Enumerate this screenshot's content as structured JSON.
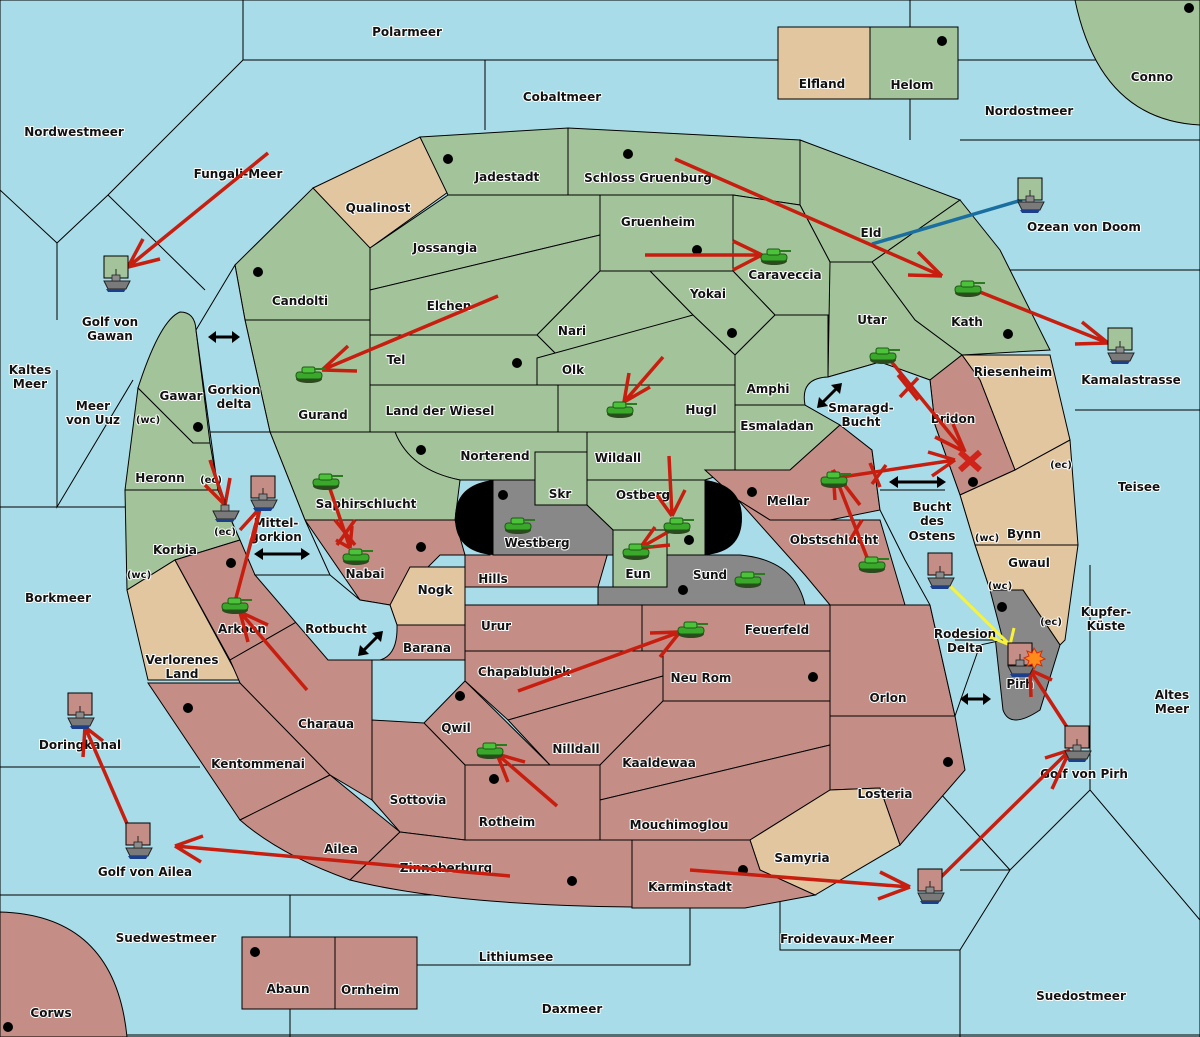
{
  "map": {
    "title": "Diplomacy-style campaign map",
    "colors": {
      "sea": "#a8dce8",
      "green_power": "#a3c49a",
      "red_power": "#c48e86",
      "neutral": "#e2c6a0",
      "impassable": "#888888",
      "move_order": "#c81e0f",
      "support_order": "#1a6fa0",
      "convoy_order": "#f7f23a"
    },
    "seas": [
      "Polarmeer",
      "Cobaltmeer",
      "Nordwestmeer",
      "Nordostmeer",
      "Fungali-Meer",
      "Ozean von Doom",
      "Golf von Gawan",
      "Kamalastrasse",
      "Kaltes Meer",
      "Meer von Uuz",
      "Gorkion delta",
      "Mittel-gorkion",
      "Smaragd-Bucht",
      "Bucht des Ostens",
      "Teisee",
      "Borkmeer",
      "Rotbucht",
      "Rodesion Delta",
      "Kupfer-Küste",
      "Altes Meer",
      "Doringkanal",
      "Golf von Pirh",
      "Golf von Ailea",
      "Froidevaux-Meer",
      "Suedwestmeer",
      "Lithiumsee",
      "Daxmeer",
      "Suedostmeer"
    ],
    "green_provinces": [
      "Helom",
      "Conno",
      "Jadestadt",
      "Schloss Gruenburg",
      "Candolti",
      "Jossangia",
      "Gruenheim",
      "Caraveccia",
      "Eld",
      "Elchen",
      "Yokai",
      "Utar",
      "Kath",
      "Nari",
      "Tel",
      "Olk",
      "Gurand",
      "Land der Wiesel",
      "Hugl",
      "Amphi",
      "Esmaladan",
      "Gawar",
      "Heronn",
      "Korbia",
      "Norterend",
      "Wildall",
      "Skr",
      "Saphirschlucht",
      "Ostberg",
      "Eun"
    ],
    "red_provinces": [
      "Bridon",
      "Mellar",
      "Obstschlucht",
      "Nabai",
      "Hills",
      "Arkoon",
      "Barana",
      "Urur",
      "Feuerfeld",
      "Chapablublek",
      "Neu Rom",
      "Qwil",
      "Nilldall",
      "Orlon",
      "Charaua",
      "Kentommenai",
      "Sottovia",
      "Kaaldewaa",
      "Rotheim",
      "Losteria",
      "Mouchimoglou",
      "Ailea",
      "Zinnoberburg",
      "Karminstadt",
      "Abaun",
      "Ornheim",
      "Corws"
    ],
    "neutral_provinces": [
      "Elfland",
      "Qualinost",
      "Riesenheim",
      "Bynn",
      "Gwaul",
      "Nogk",
      "Verlorenes Land",
      "Samyria"
    ],
    "impassable_provinces": [
      "Westberg",
      "Sund",
      "Pirh"
    ],
    "coast_tags": {
      "wc": "(wc)",
      "ec": "(ec)"
    },
    "labels": {
      "polarmeer": "Polarmeer",
      "cobaltmeer": "Cobaltmeer",
      "nordwestmeer": "Nordwestmeer",
      "nordostmeer": "Nordostmeer",
      "fungali": "Fungali-Meer",
      "ozean": "Ozean von Doom",
      "gawan1": "Golf von",
      "gawan2": "Gawan",
      "kamala": "Kamalastrasse",
      "kaltes1": "Kaltes",
      "kaltes2": "Meer",
      "uuz1": "Meer",
      "uuz2": "von Uuz",
      "gorkd1": "Gorkion",
      "gorkd2": "delta",
      "mittel1": "Mittel-",
      "mittel2": "gorkion",
      "smaragd1": "Smaragd-",
      "smaragd2": "Bucht",
      "bucht1": "Bucht",
      "bucht2": "des",
      "bucht3": "Ostens",
      "teisee": "Teisee",
      "borkmeer": "Borkmeer",
      "rotbucht": "Rotbucht",
      "rodesion1": "Rodesion",
      "rodesion2": "Delta",
      "kupfer1": "Kupfer-",
      "kupfer2": "Küste",
      "altes1": "Altes",
      "altes2": "Meer",
      "doring": "Doringkanal",
      "gpirh": "Golf von Pirh",
      "gailea": "Golf von Ailea",
      "froide": "Froidevaux-Meer",
      "suedwest": "Suedwestmeer",
      "lithium": "Lithiumsee",
      "dax": "Daxmeer",
      "suedost": "Suedostmeer",
      "elfland": "Elfland",
      "helom": "Helom",
      "conno": "Conno",
      "jadestadt": "Jadestadt",
      "schloss": "Schloss Gruenburg",
      "qualinost": "Qualinost",
      "candolti": "Candolti",
      "jossangia": "Jossangia",
      "gruenheim": "Gruenheim",
      "caraveccia": "Caraveccia",
      "eld": "Eld",
      "elchen": "Elchen",
      "yokai": "Yokai",
      "utar": "Utar",
      "kath": "Kath",
      "nari": "Nari",
      "tel": "Tel",
      "olk": "Olk",
      "gurand": "Gurand",
      "wiesel": "Land der Wiesel",
      "hugl": "Hugl",
      "amphi": "Amphi",
      "esmaladan": "Esmaladan",
      "riesenheim": "Riesenheim",
      "bridon": "Bridon",
      "gawar": "Gawar",
      "heronn": "Heronn",
      "korbia": "Korbia",
      "norterend": "Norterend",
      "wildall": "Wildall",
      "skr": "Skr",
      "saphir": "Saphirschlucht",
      "ostberg": "Ostberg",
      "westberg": "Westberg",
      "eun": "Eun",
      "sund": "Sund",
      "mellar": "Mellar",
      "obst": "Obstschlucht",
      "nabai": "Nabai",
      "hills": "Hills",
      "nogk": "Nogk",
      "bynn": "Bynn",
      "gwaul": "Gwaul",
      "arkoon": "Arkoon",
      "verl1": "Verlorenes",
      "verl2": "Land",
      "barana": "Barana",
      "urur": "Urur",
      "feuerfeld": "Feuerfeld",
      "chapa": "Chapablublek",
      "neurom": "Neu Rom",
      "pirh": "Pirh",
      "qwil": "Qwil",
      "nilldall": "Nilldall",
      "orlon": "Orlon",
      "charaua": "Charaua",
      "kentom": "Kentommenai",
      "sottovia": "Sottovia",
      "kaaldewaa": "Kaaldewaa",
      "rotheim": "Rotheim",
      "losteria": "Losteria",
      "moucho": "Mouchimoglou",
      "ailea": "Ailea",
      "zinnober": "Zinnoberburg",
      "karmin": "Karminstadt",
      "samyria": "Samyria",
      "abaun": "Abaun",
      "ornheim": "Ornheim",
      "corws": "Corws"
    },
    "units": {
      "armies_green": [
        "Gurand",
        "Caraveccia",
        "Kath",
        "Utar",
        "Hugl",
        "Saphirschlucht",
        "Nabai",
        "Westberg",
        "Ostberg",
        "Eun",
        "Sund",
        "Mellar",
        "Obstschlucht",
        "Arkoon",
        "Feuerfeld",
        "Qwil"
      ],
      "fleets": [
        {
          "location": "Golf von Gawan",
          "owner": "green"
        },
        {
          "location": "Ozean von Doom",
          "owner": "green"
        },
        {
          "location": "Kamalastrasse",
          "owner": "green"
        },
        {
          "location": "Heronn (ec)",
          "owner": "green"
        },
        {
          "location": "Mittel-gorkion",
          "owner": "red"
        },
        {
          "location": "Bucht des Ostens",
          "owner": "red"
        },
        {
          "location": "Pirh",
          "owner": "red",
          "status": "dislodged"
        },
        {
          "location": "Golf von Pirh",
          "owner": "red"
        },
        {
          "location": "Doringkanal",
          "owner": "red"
        },
        {
          "location": "Golf von Ailea",
          "owner": "red"
        },
        {
          "location": "Froidevaux-Meer",
          "owner": "red"
        }
      ]
    },
    "orders": {
      "moves": [
        "Fungali-Meer -> Golf von Gawan",
        "Elchen -> Gurand",
        "Gruenheim -> Caraveccia",
        "Schloss Gruenburg -> Kath",
        "Kath -> Kamalastrasse",
        "Olk -> Hugl",
        "Utar -> Bridon (failed)",
        "Mellar -> Bridon (failed)",
        "Obstschlucht -> Mellar",
        "Saphirschlucht -> Nabai (failed)",
        "Wildall -> Ostberg",
        "Ostberg -> Eun",
        "Chapablublek -> Feuerfeld",
        "Rotheim -> Qwil",
        "Charaua -> Arkoon",
        "Arkoon -> Mittel-gorkion",
        "Zinnoberburg -> Golf von Ailea",
        "Golf von Ailea -> Doringkanal",
        "Karminstadt -> Froidevaux-Meer",
        "Froidevaux-Meer -> Golf von Pirh",
        "Golf von Pirh -> Pirh"
      ],
      "supports": [
        "Ozean von Doom S Eld"
      ],
      "convoys": [
        "Bucht des Ostens C Rodesion Delta"
      ]
    }
  }
}
